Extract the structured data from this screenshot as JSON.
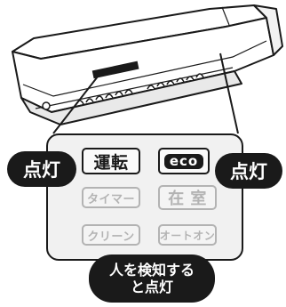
{
  "indicators": {
    "unten": "運転",
    "eco": "eco",
    "timer": "タイマー",
    "zaishitsu": "在 室",
    "clean": "クリーン",
    "auto_on": "オートオン"
  },
  "callouts": {
    "lit_left": "点灯",
    "lit_right": "点灯",
    "human_detect_line1": "人を検知する",
    "human_detect_line2": "と点灯"
  },
  "colors": {
    "outline": "#1a1a1a",
    "panel_bg": "#f1f1f1",
    "unlit": "#b3b3b3"
  }
}
